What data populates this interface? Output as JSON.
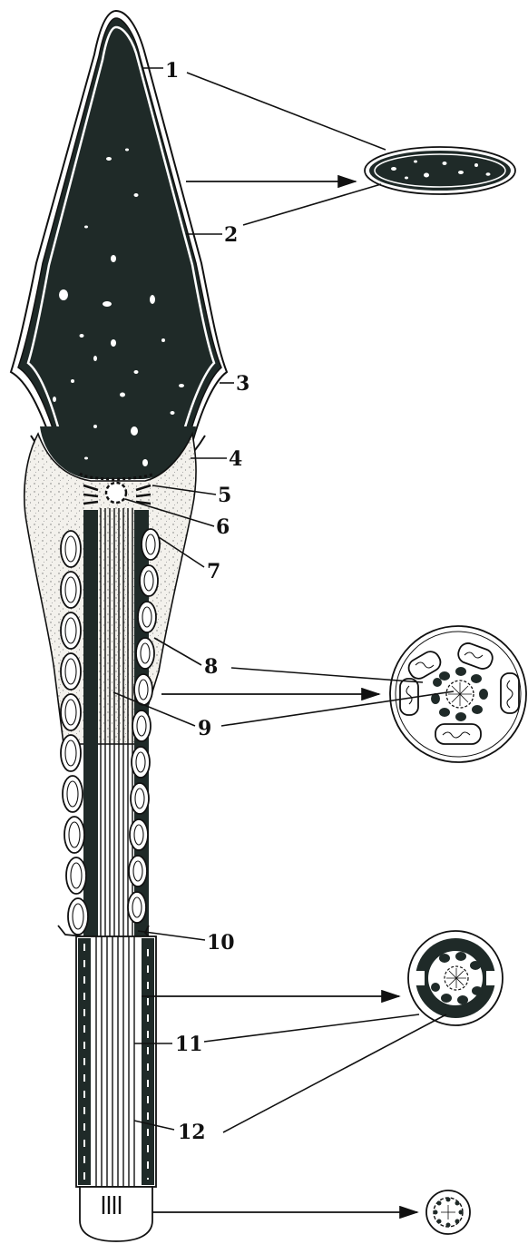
{
  "figure": {
    "labels": [
      "1",
      "2",
      "3",
      "4",
      "5",
      "6",
      "7",
      "8",
      "9",
      "10",
      "11",
      "12"
    ]
  },
  "colors": {
    "ink": "#111111",
    "nucleus": "#1f2a28",
    "cytoplasm": "#ece8e1",
    "background": "#ffffff"
  }
}
